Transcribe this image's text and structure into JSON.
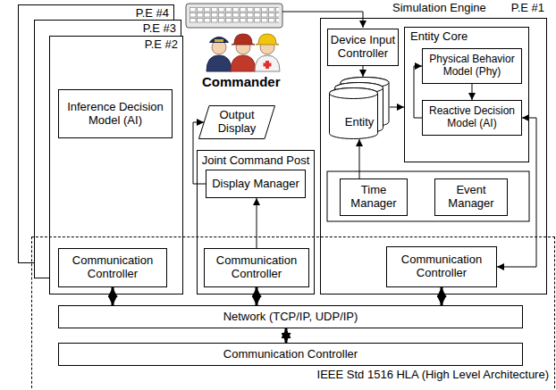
{
  "diagram": {
    "nodes": [
      {
        "text": [
          "P.E #4"
        ]
      },
      {
        "text": [
          "P.E #3"
        ]
      },
      {
        "text": [
          "P.E #2"
        ]
      },
      {
        "text": [
          "Inference Decision Model (AI)"
        ],
        "in": 2
      },
      {
        "text": [
          "Communication Controller"
        ],
        "in": 2
      },
      {
        "text": [
          "Output Display"
        ]
      },
      {
        "text": [
          "Joint Command Post"
        ]
      },
      {
        "text": [
          "Display Manager"
        ],
        "in": 6
      },
      {
        "text": [
          "Communication Controller"
        ],
        "in": 6
      },
      {
        "text": [
          "Simulation Engine",
          "P.E #1"
        ]
      },
      {
        "text": [
          "Device Input Controller"
        ],
        "in": 9
      },
      {
        "text": [
          "Entity"
        ],
        "in": 9
      },
      {
        "text": [
          "Entity Core"
        ],
        "in": 9
      },
      {
        "text": [
          "Physical Behavior Model (Phy)"
        ],
        "in": 12
      },
      {
        "text": [
          "Reactive Decision Model (AI)"
        ],
        "in": 12
      },
      {
        "text": [
          "Time Manager"
        ],
        "in": 9
      },
      {
        "text": [
          "Event Manager"
        ],
        "in": 9
      },
      {
        "text": [
          "Communication Controller"
        ],
        "in": 9
      },
      {
        "text": [
          "IEEE Std 1516 HLA (High Level Architecture)"
        ]
      },
      {
        "text": [
          "Network (TCP/IP, UDP/IP)"
        ],
        "in": 18
      },
      {
        "text": [
          "Communication Controller"
        ],
        "in": 18
      }
    ],
    "edges": [
      {
        "from": 10,
        "to": 11,
        "arrow": "to"
      },
      {
        "from": 11,
        "to": 12,
        "arrow": "to"
      },
      {
        "from": 13,
        "to": 14,
        "arrow": "to"
      },
      {
        "from": 14,
        "to": 13,
        "arrow": "to"
      },
      {
        "from": 15,
        "to": 11,
        "arrow": "to"
      },
      {
        "from": 14,
        "to": 17,
        "arrow": "both"
      },
      {
        "from": 7,
        "to": 5,
        "arrow": "to"
      },
      {
        "from": 8,
        "to": 7,
        "arrow": "to"
      },
      {
        "from": 4,
        "to": 19,
        "arrow": "both"
      },
      {
        "from": 8,
        "to": 19,
        "arrow": "both"
      },
      {
        "from": 17,
        "to": 19,
        "arrow": "both"
      },
      {
        "from": 19,
        "to": 20,
        "arrow": "both"
      }
    ],
    "labels": [
      "Commander"
    ]
  }
}
